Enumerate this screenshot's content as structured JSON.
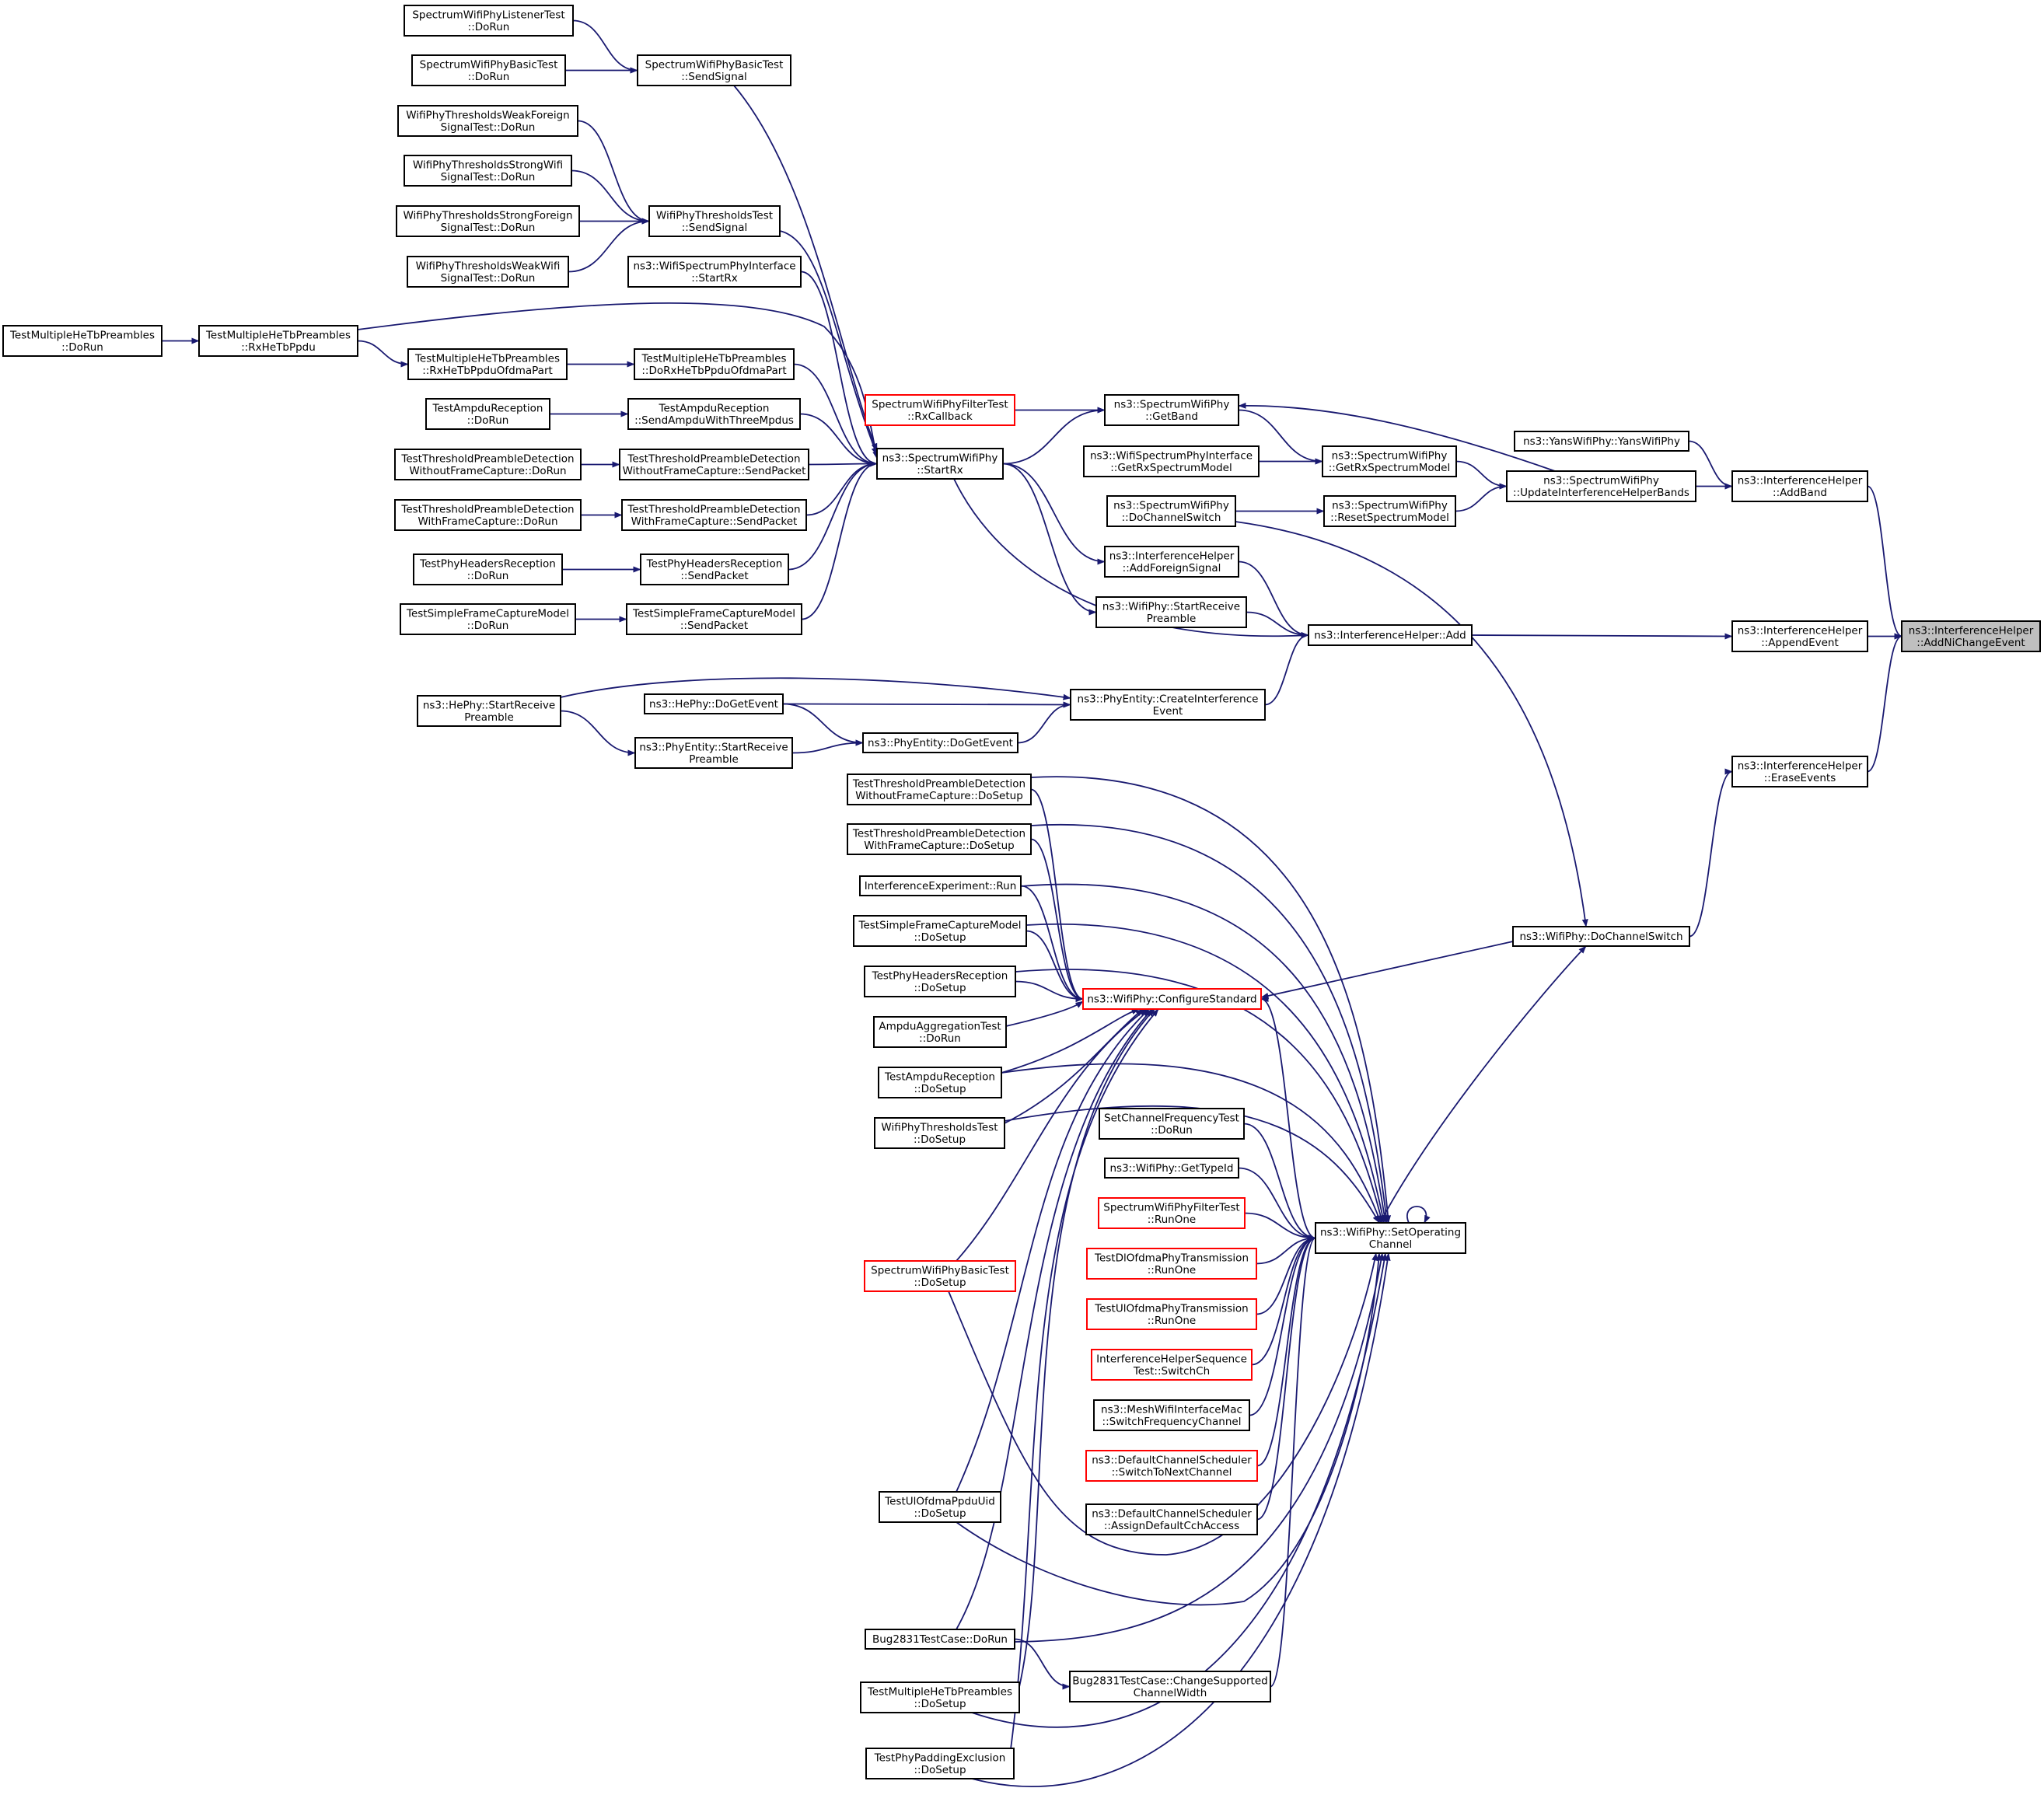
{
  "colors": {
    "edge": "#191970",
    "node_border_default": "#000000",
    "node_border_highlight": "#ff0000",
    "node_fill_default": "#ffffff",
    "node_fill_selected": "#bfbfbf"
  },
  "graph": {
    "nodes": [
      {
        "id": "target",
        "lines": [
          "ns3::InterferenceHelper",
          "::AddNiChangeEvent"
        ],
        "style": "selected"
      },
      {
        "id": "addBand",
        "lines": [
          "ns3::InterferenceHelper",
          "::AddBand"
        ],
        "style": "default"
      },
      {
        "id": "appendEvent",
        "lines": [
          "ns3::InterferenceHelper",
          "::AppendEvent"
        ],
        "style": "default"
      },
      {
        "id": "eraseEvents",
        "lines": [
          "ns3::InterferenceHelper",
          "::EraseEvents"
        ],
        "style": "default"
      },
      {
        "id": "yansCtor",
        "lines": [
          "ns3::YansWifiPhy::YansWifiPhy"
        ],
        "style": "default"
      },
      {
        "id": "updBands",
        "lines": [
          "ns3::SpectrumWifiPhy",
          "::UpdateInterferenceHelperBands"
        ],
        "style": "default"
      },
      {
        "id": "ihAdd",
        "lines": [
          "ns3::InterferenceHelper::Add"
        ],
        "style": "default"
      },
      {
        "id": "doChSwitch",
        "lines": [
          "ns3::WifiPhy::DoChannelSwitch"
        ],
        "style": "default"
      },
      {
        "id": "getRxModel",
        "lines": [
          "ns3::SpectrumWifiPhy",
          "::GetRxSpectrumModel"
        ],
        "style": "default"
      },
      {
        "id": "resetModel",
        "lines": [
          "ns3::SpectrumWifiPhy",
          "::ResetSpectrumModel"
        ],
        "style": "default"
      },
      {
        "id": "getBand",
        "lines": [
          "ns3::SpectrumWifiPhy",
          "::GetBand"
        ],
        "style": "default"
      },
      {
        "id": "ifaceGetRx",
        "lines": [
          "ns3::WifiSpectrumPhyInterface",
          "::GetRxSpectrumModel"
        ],
        "style": "default"
      },
      {
        "id": "spDoChSwitch",
        "lines": [
          "ns3::SpectrumWifiPhy",
          "::DoChannelSwitch"
        ],
        "style": "default"
      },
      {
        "id": "addForeign",
        "lines": [
          "ns3::InterferenceHelper",
          "::AddForeignSignal"
        ],
        "style": "default"
      },
      {
        "id": "wpStartRecv",
        "lines": [
          "ns3::WifiPhy::StartReceive",
          "Preamble"
        ],
        "style": "default"
      },
      {
        "id": "createIntf",
        "lines": [
          "ns3::PhyEntity::CreateInterference",
          "Event"
        ],
        "style": "default"
      },
      {
        "id": "setOpCh",
        "lines": [
          "ns3::WifiPhy::SetOperating",
          "Channel"
        ],
        "style": "default"
      },
      {
        "id": "filterRx",
        "lines": [
          "SpectrumWifiPhyFilterTest",
          "::RxCallback"
        ],
        "style": "highlight"
      },
      {
        "id": "startRx",
        "lines": [
          "ns3::SpectrumWifiPhy",
          "::StartRx"
        ],
        "style": "default"
      },
      {
        "id": "configStd",
        "lines": [
          "ns3::WifiPhy::ConfigureStandard"
        ],
        "style": "highlight"
      },
      {
        "id": "heDoGet",
        "lines": [
          "ns3::HePhy::DoGetEvent"
        ],
        "style": "default"
      },
      {
        "id": "peDoGet",
        "lines": [
          "ns3::PhyEntity::DoGetEvent"
        ],
        "style": "default"
      },
      {
        "id": "peStartRecv",
        "lines": [
          "ns3::PhyEntity::StartReceive",
          "Preamble"
        ],
        "style": "default"
      },
      {
        "id": "heStartRecv",
        "lines": [
          "ns3::HePhy::StartReceive",
          "Preamble"
        ],
        "style": "default"
      },
      {
        "id": "listenerDoRun",
        "lines": [
          "SpectrumWifiPhyListenerTest",
          "::DoRun"
        ],
        "style": "default"
      },
      {
        "id": "basicDoRun",
        "lines": [
          "SpectrumWifiPhyBasicTest",
          "::DoRun"
        ],
        "style": "default"
      },
      {
        "id": "basicSend",
        "lines": [
          "SpectrumWifiPhyBasicTest",
          "::SendSignal"
        ],
        "style": "default"
      },
      {
        "id": "thrWeakForeign",
        "lines": [
          "WifiPhyThresholdsWeakForeign",
          "SignalTest::DoRun"
        ],
        "style": "default"
      },
      {
        "id": "thrStrongWifi",
        "lines": [
          "WifiPhyThresholdsStrongWifi",
          "SignalTest::DoRun"
        ],
        "style": "default"
      },
      {
        "id": "thrStrongForeign",
        "lines": [
          "WifiPhyThresholdsStrongForeign",
          "SignalTest::DoRun"
        ],
        "style": "default"
      },
      {
        "id": "thrWeakWifi",
        "lines": [
          "WifiPhyThresholdsWeakWifi",
          "SignalTest::DoRun"
        ],
        "style": "default"
      },
      {
        "id": "thrSend",
        "lines": [
          "WifiPhyThresholdsTest",
          "::SendSignal"
        ],
        "style": "default"
      },
      {
        "id": "ifaceStartRx",
        "lines": [
          "ns3::WifiSpectrumPhyInterface",
          "::StartRx"
        ],
        "style": "default"
      },
      {
        "id": "mheDoRun",
        "lines": [
          "TestMultipleHeTbPreambles",
          "::DoRun"
        ],
        "style": "default"
      },
      {
        "id": "mheRxHeTb",
        "lines": [
          "TestMultipleHeTbPreambles",
          "::RxHeTbPpdu"
        ],
        "style": "default"
      },
      {
        "id": "mheRxOfdma",
        "lines": [
          "TestMultipleHeTbPreambles",
          "::RxHeTbPpduOfdmaPart"
        ],
        "style": "default"
      },
      {
        "id": "mheDoRxOfdma",
        "lines": [
          "TestMultipleHeTbPreambles",
          "::DoRxHeTbPpduOfdmaPart"
        ],
        "style": "default"
      },
      {
        "id": "ampduDoRun",
        "lines": [
          "TestAmpduReception",
          "::DoRun"
        ],
        "style": "default"
      },
      {
        "id": "ampduSend",
        "lines": [
          "TestAmpduReception",
          "::SendAmpduWithThreeMpdus"
        ],
        "style": "default"
      },
      {
        "id": "tpdWoDoRun",
        "lines": [
          "TestThresholdPreambleDetection",
          "WithoutFrameCapture::DoRun"
        ],
        "style": "default"
      },
      {
        "id": "tpdWoSend",
        "lines": [
          "TestThresholdPreambleDetection",
          "WithoutFrameCapture::SendPacket"
        ],
        "style": "default"
      },
      {
        "id": "tpdWDoRun",
        "lines": [
          "TestThresholdPreambleDetection",
          "WithFrameCapture::DoRun"
        ],
        "style": "default"
      },
      {
        "id": "tpdWSend",
        "lines": [
          "TestThresholdPreambleDetection",
          "WithFrameCapture::SendPacket"
        ],
        "style": "default"
      },
      {
        "id": "hdrDoRun",
        "lines": [
          "TestPhyHeadersReception",
          "::DoRun"
        ],
        "style": "default"
      },
      {
        "id": "hdrSend",
        "lines": [
          "TestPhyHeadersReception",
          "::SendPacket"
        ],
        "style": "default"
      },
      {
        "id": "sfcDoRun",
        "lines": [
          "TestSimpleFrameCaptureModel",
          "::DoRun"
        ],
        "style": "default"
      },
      {
        "id": "sfcSend",
        "lines": [
          "TestSimpleFrameCaptureModel",
          "::SendPacket"
        ],
        "style": "default"
      },
      {
        "id": "tpdWoSetup",
        "lines": [
          "TestThresholdPreambleDetection",
          "WithoutFrameCapture::DoSetup"
        ],
        "style": "default"
      },
      {
        "id": "tpdWSetup",
        "lines": [
          "TestThresholdPreambleDetection",
          "WithFrameCapture::DoSetup"
        ],
        "style": "default"
      },
      {
        "id": "intfExpRun",
        "lines": [
          "InterferenceExperiment::Run"
        ],
        "style": "default"
      },
      {
        "id": "sfcSetup",
        "lines": [
          "TestSimpleFrameCaptureModel",
          "::DoSetup"
        ],
        "style": "default"
      },
      {
        "id": "hdrSetup",
        "lines": [
          "TestPhyHeadersReception",
          "::DoSetup"
        ],
        "style": "default"
      },
      {
        "id": "ampduAggSetup",
        "lines": [
          "AmpduAggregationTest",
          "::DoRun"
        ],
        "style": "default"
      },
      {
        "id": "ampduRecSetup",
        "lines": [
          "TestAmpduReception",
          "::DoSetup"
        ],
        "style": "default"
      },
      {
        "id": "thrSetup",
        "lines": [
          "WifiPhyThresholdsTest",
          "::DoSetup"
        ],
        "style": "default"
      },
      {
        "id": "basicSetup",
        "lines": [
          "SpectrumWifiPhyBasicTest",
          "::DoSetup"
        ],
        "style": "highlight"
      },
      {
        "id": "setChFreq",
        "lines": [
          "SetChannelFrequencyTest",
          "::DoRun"
        ],
        "style": "default"
      },
      {
        "id": "getTypeId",
        "lines": [
          "ns3::WifiPhy::GetTypeId"
        ],
        "style": "default"
      },
      {
        "id": "filterRunOne",
        "lines": [
          "SpectrumWifiPhyFilterTest",
          "::RunOne"
        ],
        "style": "highlight"
      },
      {
        "id": "dlOfdma",
        "lines": [
          "TestDlOfdmaPhyTransmission",
          "::RunOne"
        ],
        "style": "highlight"
      },
      {
        "id": "ulOfdma",
        "lines": [
          "TestUlOfdmaPhyTransmission",
          "::RunOne"
        ],
        "style": "highlight"
      },
      {
        "id": "ihSeqSwitch",
        "lines": [
          "InterferenceHelperSequence",
          "Test::SwitchCh"
        ],
        "style": "highlight"
      },
      {
        "id": "meshSwitch",
        "lines": [
          "ns3::MeshWifiInterfaceMac",
          "::SwitchFrequencyChannel"
        ],
        "style": "default"
      },
      {
        "id": "dcsNext",
        "lines": [
          "ns3::DefaultChannelScheduler",
          "::SwitchToNextChannel"
        ],
        "style": "highlight"
      },
      {
        "id": "dcsAssign",
        "lines": [
          "ns3::DefaultChannelScheduler",
          "::AssignDefaultCchAccess"
        ],
        "style": "default"
      },
      {
        "id": "ulPpduUid",
        "lines": [
          "TestUlOfdmaPpduUid",
          "::DoSetup"
        ],
        "style": "default"
      },
      {
        "id": "bug2831Run",
        "lines": [
          "Bug2831TestCase::DoRun"
        ],
        "style": "default"
      },
      {
        "id": "bug2831Chg",
        "lines": [
          "Bug2831TestCase::ChangeSupported",
          "ChannelWidth"
        ],
        "style": "default"
      },
      {
        "id": "mheSetup",
        "lines": [
          "TestMultipleHeTbPreambles",
          "::DoSetup"
        ],
        "style": "default"
      },
      {
        "id": "padSetup",
        "lines": [
          "TestPhyPaddingExclusion",
          "::DoSetup"
        ],
        "style": "default"
      }
    ],
    "edges": [
      [
        "addBand",
        "target"
      ],
      [
        "appendEvent",
        "target"
      ],
      [
        "eraseEvents",
        "target"
      ],
      [
        "yansCtor",
        "addBand"
      ],
      [
        "updBands",
        "addBand"
      ],
      [
        "ihAdd",
        "appendEvent"
      ],
      [
        "doChSwitch",
        "eraseEvents"
      ],
      [
        "getRxModel",
        "updBands"
      ],
      [
        "resetModel",
        "updBands"
      ],
      [
        "updBands",
        "getBand"
      ],
      [
        "getBand",
        "getRxModel"
      ],
      [
        "ifaceGetRx",
        "getRxModel"
      ],
      [
        "spDoChSwitch",
        "resetModel"
      ],
      [
        "spDoChSwitch",
        "doChSwitch"
      ],
      [
        "setOpCh",
        "doChSwitch"
      ],
      [
        "doChSwitch",
        "configStd"
      ],
      [
        "addForeign",
        "ihAdd"
      ],
      [
        "wpStartRecv",
        "ihAdd"
      ],
      [
        "createIntf",
        "ihAdd"
      ],
      [
        "startRx",
        "ihAdd"
      ],
      [
        "filterRx",
        "getBand"
      ],
      [
        "startRx",
        "getBand"
      ],
      [
        "startRx",
        "addForeign"
      ],
      [
        "startRx",
        "wpStartRecv"
      ],
      [
        "heStartRecv",
        "createIntf"
      ],
      [
        "heDoGet",
        "createIntf"
      ],
      [
        "peDoGet",
        "createIntf"
      ],
      [
        "heDoGet",
        "peDoGet"
      ],
      [
        "peStartRecv",
        "peDoGet"
      ],
      [
        "heStartRecv",
        "peStartRecv"
      ],
      [
        "listenerDoRun",
        "basicSend"
      ],
      [
        "basicDoRun",
        "basicSend"
      ],
      [
        "basicSend",
        "startRx"
      ],
      [
        "thrWeakForeign",
        "thrSend"
      ],
      [
        "thrStrongWifi",
        "thrSend"
      ],
      [
        "thrStrongForeign",
        "thrSend"
      ],
      [
        "thrWeakWifi",
        "thrSend"
      ],
      [
        "thrSend",
        "startRx"
      ],
      [
        "ifaceStartRx",
        "startRx"
      ],
      [
        "mheDoRun",
        "mheRxHeTb"
      ],
      [
        "mheRxHeTb",
        "startRx"
      ],
      [
        "mheRxHeTb",
        "mheRxOfdma"
      ],
      [
        "mheRxOfdma",
        "mheDoRxOfdma"
      ],
      [
        "mheDoRxOfdma",
        "startRx"
      ],
      [
        "ampduDoRun",
        "ampduSend"
      ],
      [
        "ampduSend",
        "startRx"
      ],
      [
        "tpdWoDoRun",
        "tpdWoSend"
      ],
      [
        "tpdWoSend",
        "startRx"
      ],
      [
        "tpdWDoRun",
        "tpdWSend"
      ],
      [
        "tpdWSend",
        "startRx"
      ],
      [
        "hdrDoRun",
        "hdrSend"
      ],
      [
        "hdrSend",
        "startRx"
      ],
      [
        "sfcDoRun",
        "sfcSend"
      ],
      [
        "sfcSend",
        "startRx"
      ],
      [
        "tpdWoSetup",
        "configStd"
      ],
      [
        "tpdWSetup",
        "configStd"
      ],
      [
        "intfExpRun",
        "configStd"
      ],
      [
        "sfcSetup",
        "configStd"
      ],
      [
        "hdrSetup",
        "configStd"
      ],
      [
        "ampduAggSetup",
        "configStd"
      ],
      [
        "ampduRecSetup",
        "configStd"
      ],
      [
        "thrSetup",
        "configStd"
      ],
      [
        "basicSetup",
        "configStd"
      ],
      [
        "ulPpduUid",
        "configStd"
      ],
      [
        "bug2831Run",
        "configStd"
      ],
      [
        "mheSetup",
        "configStd"
      ],
      [
        "padSetup",
        "configStd"
      ],
      [
        "setOpCh",
        "configStd"
      ],
      [
        "tpdWoSetup",
        "setOpCh"
      ],
      [
        "tpdWSetup",
        "setOpCh"
      ],
      [
        "intfExpRun",
        "setOpCh"
      ],
      [
        "sfcSetup",
        "setOpCh"
      ],
      [
        "hdrSetup",
        "setOpCh"
      ],
      [
        "ampduRecSetup",
        "setOpCh"
      ],
      [
        "thrSetup",
        "setOpCh"
      ],
      [
        "basicSetup",
        "setOpCh"
      ],
      [
        "setChFreq",
        "setOpCh"
      ],
      [
        "getTypeId",
        "setOpCh"
      ],
      [
        "filterRunOne",
        "setOpCh"
      ],
      [
        "dlOfdma",
        "setOpCh"
      ],
      [
        "ulOfdma",
        "setOpCh"
      ],
      [
        "ihSeqSwitch",
        "setOpCh"
      ],
      [
        "meshSwitch",
        "setOpCh"
      ],
      [
        "dcsNext",
        "setOpCh"
      ],
      [
        "dcsAssign",
        "setOpCh"
      ],
      [
        "ulPpduUid",
        "setOpCh"
      ],
      [
        "bug2831Run",
        "setOpCh"
      ],
      [
        "bug2831Chg",
        "setOpCh"
      ],
      [
        "mheSetup",
        "setOpCh"
      ],
      [
        "padSetup",
        "setOpCh"
      ],
      [
        "bug2831Run",
        "bug2831Chg"
      ],
      [
        "setOpCh",
        "setOpCh"
      ]
    ]
  }
}
